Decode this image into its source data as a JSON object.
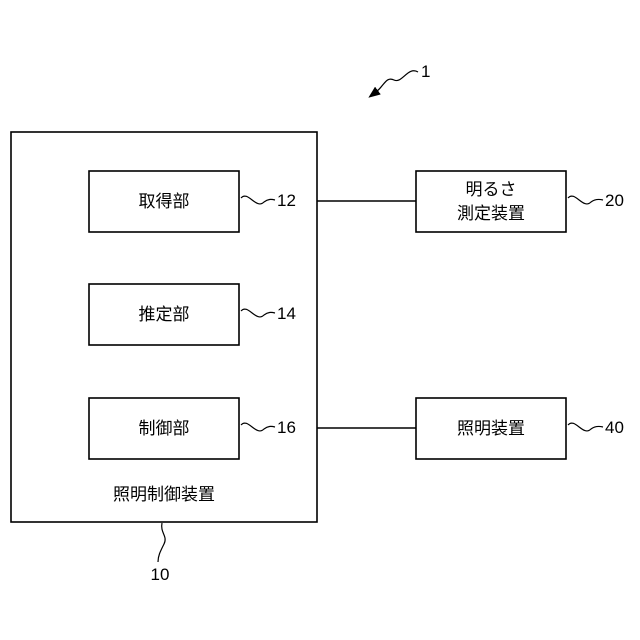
{
  "system_ref": "1",
  "controller": {
    "label": "照明制御装置",
    "ref": "10",
    "units": [
      {
        "label": "取得部",
        "ref": "12"
      },
      {
        "label": "推定部",
        "ref": "14"
      },
      {
        "label": "制御部",
        "ref": "16"
      }
    ]
  },
  "brightness_sensor": {
    "label_line1": "明るさ",
    "label_line2": "測定装置",
    "ref": "20"
  },
  "lighting_device": {
    "label": "照明装置",
    "ref": "40"
  }
}
